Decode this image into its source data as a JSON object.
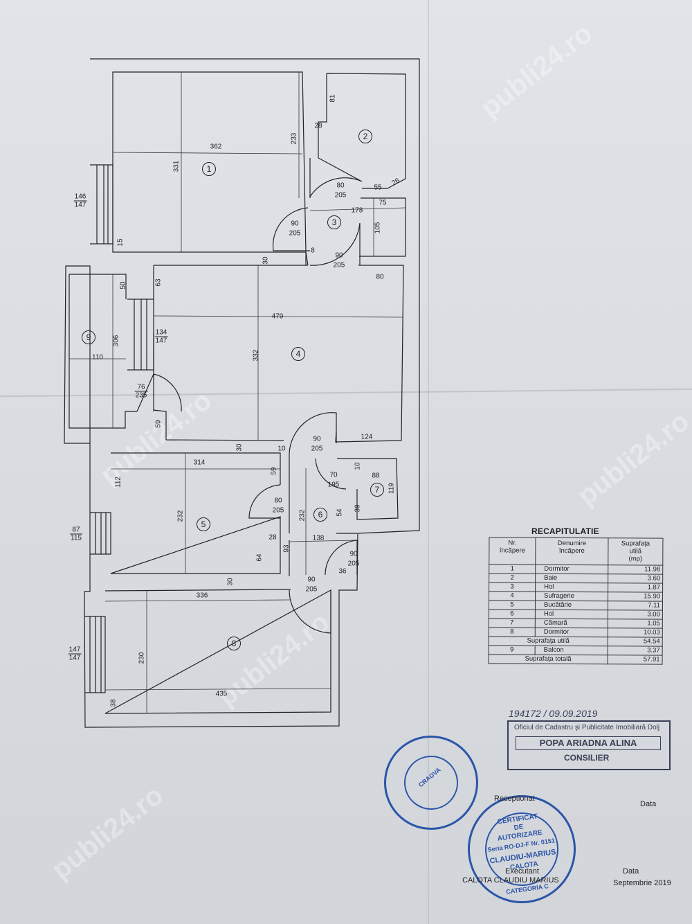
{
  "rooms": [
    {
      "no": "1"
    },
    {
      "no": "2"
    },
    {
      "no": "3"
    },
    {
      "no": "4"
    },
    {
      "no": "5"
    },
    {
      "no": "6"
    },
    {
      "no": "7"
    },
    {
      "no": "8"
    },
    {
      "no": "9"
    }
  ],
  "dims": {
    "d362": "362",
    "d331": "331",
    "d233": "233",
    "d81": "81",
    "d28a": "28",
    "d80a": "80",
    "d205a": "205",
    "d55": "55",
    "d26": "26",
    "d178": "178",
    "d75": "75",
    "d90a": "90",
    "d205b": "205",
    "d105": "105",
    "d15": "15",
    "d8": "8",
    "d30a": "30",
    "d90b": "90",
    "d205c": "205",
    "d80b": "80",
    "d50": "50",
    "d63": "63",
    "d479": "479",
    "d306": "306",
    "d110": "110",
    "d332": "332",
    "d76": "76",
    "d235": "235",
    "d59a": "59",
    "d30b": "30",
    "d10a": "10",
    "d90c": "90",
    "d205d": "205",
    "d124": "124",
    "d314": "314",
    "d112": "112",
    "d59b": "59",
    "d10b": "10",
    "d70": "70",
    "d195": "195",
    "d88": "88",
    "d119": "119",
    "d80c": "80",
    "d205e": "205",
    "d232a": "232",
    "d232b": "232",
    "d54": "54",
    "d39": "39",
    "d28b": "28",
    "d138": "138",
    "d93": "93",
    "d64": "64",
    "d90d": "90",
    "d205f": "205",
    "d36": "36",
    "d30c": "30",
    "d90e": "90",
    "d205g": "205",
    "d336": "336",
    "d230": "230",
    "d435": "435",
    "d38": "38"
  },
  "windows": [
    {
      "num": "146",
      "den": "147"
    },
    {
      "num": "134",
      "den": "147"
    },
    {
      "num": "87",
      "den": "115"
    },
    {
      "num": "147",
      "den": "147"
    }
  ],
  "recap": {
    "title": "RECAPITULATIE",
    "head": {
      "nr": "Nr.\nîncăpere",
      "name": "Denumire\nîncăpere",
      "area": "Suprafaţa\nutilă\n(mp)"
    },
    "rows": [
      {
        "nr": "1",
        "name": "Dormitor",
        "val": "11.98"
      },
      {
        "nr": "2",
        "name": "Baie",
        "val": "3.60"
      },
      {
        "nr": "3",
        "name": "Hol",
        "val": "1.87"
      },
      {
        "nr": "4",
        "name": "Sufragerie",
        "val": "15.90"
      },
      {
        "nr": "5",
        "name": "Bucătărie",
        "val": "7.11"
      },
      {
        "nr": "6",
        "name": "Hol",
        "val": "3.00"
      },
      {
        "nr": "7",
        "name": "Cămară",
        "val": "1.05"
      },
      {
        "nr": "8",
        "name": "Dormitor",
        "val": "10.03"
      }
    ],
    "util_label": "Suprafaţa utilă",
    "util_val": "54.54",
    "balcon": {
      "nr": "9",
      "name": "Balcon",
      "val": "3.37"
    },
    "total_label": "Suprafaţa totală",
    "total_val": "57.91"
  },
  "stamp": {
    "number": "194172 / 09.09.2019",
    "office": "Oficiul de Cadastru şi Publicitate Imobiliară Dolj",
    "name": "POPA ARIADNA ALINA",
    "role": "CONSILIER"
  },
  "footer": {
    "receptionat": "Receptionat",
    "data1": "Data",
    "executant": "Executant",
    "executant_name": "CALOTA CLAUDIU MARIUS",
    "data2": "Data",
    "date_value": "Septembrie 2019"
  },
  "seals": {
    "seal1_center": "CRAOVA",
    "seal2_lines": [
      "CERTIFICAT",
      "DE",
      "AUTORIZARE",
      "Seria RO-DJ-F Nr. 0151",
      "CLAUDIU-MARIUS",
      "CALOTA",
      "CATEGORIA C"
    ]
  },
  "watermark": "publi24.ro"
}
